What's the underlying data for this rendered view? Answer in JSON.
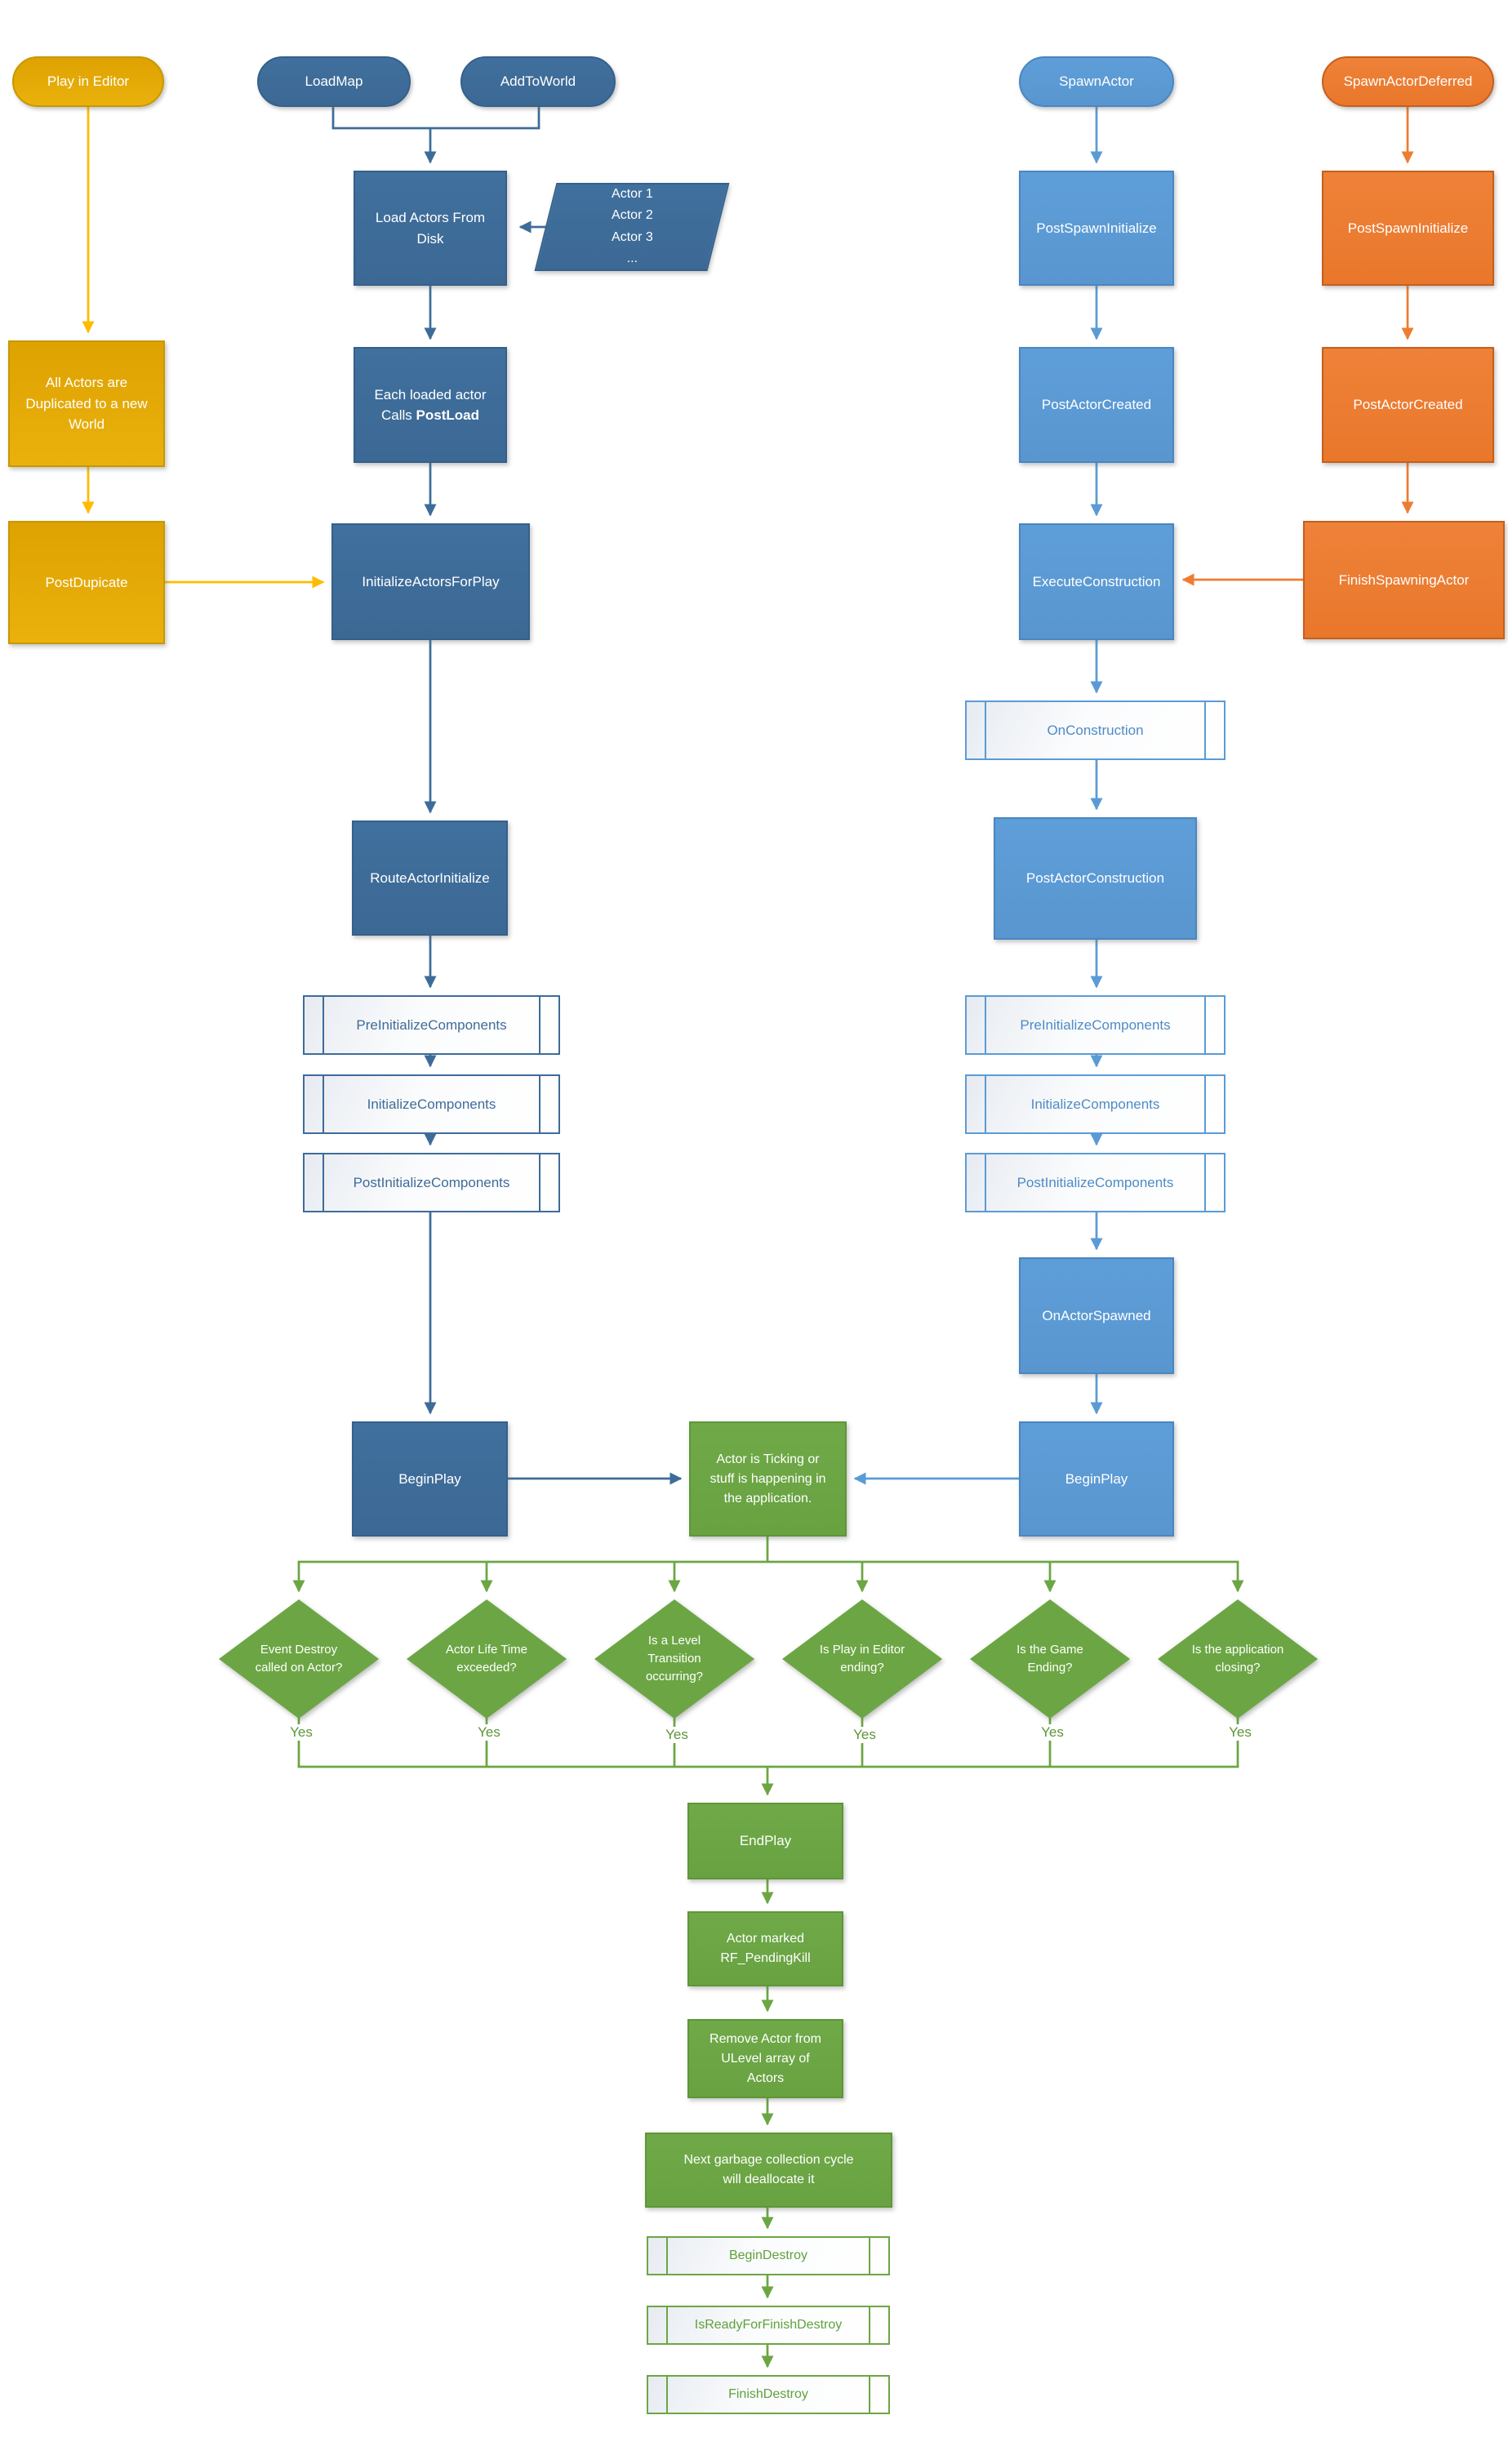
{
  "colors": {
    "dark_blue": "#3E6C99",
    "light_blue": "#5B9BD5",
    "orange": "#ED7D31",
    "gold": "#E3A903",
    "green": "#6CA644",
    "connector_gold": "#FFBB00"
  },
  "nodes": {
    "play_in_editor": {
      "label": "Play in Editor"
    },
    "loadmap": {
      "label": "LoadMap"
    },
    "addtoworld": {
      "label": "AddToWorld"
    },
    "spawnactor": {
      "label": "SpawnActor"
    },
    "spawnactordeferred": {
      "label": "SpawnActorDeferred"
    },
    "load_actors": {
      "label": "Load Actors From\nDisk"
    },
    "actor_list": {
      "label": "Actor 1\nActor 2\nActor 3\n..."
    },
    "postload": {
      "line1": "Each loaded actor",
      "line2": "Calls ",
      "line2_bold": "PostLoad"
    },
    "all_actors": {
      "label": "All Actors are\nDuplicated to a new\nWorld"
    },
    "postdupicate": {
      "label": "PostDupicate"
    },
    "initializeactorsforplay": {
      "label": "InitializeActorsForPlay"
    },
    "routeactorinitialize": {
      "label": "RouteActorInitialize"
    },
    "preinitializecomponents_left": {
      "label": "PreInitializeComponents"
    },
    "initializecomponents_left": {
      "label": "InitializeComponents"
    },
    "postinitializecomponents_left": {
      "label": "PostInitializeComponents"
    },
    "beginplay_left": {
      "label": "BeginPlay"
    },
    "postspawninitialize_blue": {
      "label": "PostSpawnInitialize"
    },
    "postactorcreated_blue": {
      "label": "PostActorCreated"
    },
    "executeconstruction": {
      "label": "ExecuteConstruction"
    },
    "onconstruction": {
      "label": "OnConstruction"
    },
    "postactorconstruction": {
      "label": "PostActorConstruction"
    },
    "preinitializecomponents_right": {
      "label": "PreInitializeComponents"
    },
    "initializecomponents_right": {
      "label": "InitializeComponents"
    },
    "postinitializecomponents_right": {
      "label": "PostInitializeComponents"
    },
    "onactorspawned": {
      "label": "OnActorSpawned"
    },
    "beginplay_right": {
      "label": "BeginPlay"
    },
    "postspawninitialize_orange": {
      "label": "PostSpawnInitialize"
    },
    "postactorcreated_orange": {
      "label": "PostActorCreated"
    },
    "finishspawningactor": {
      "label": "FinishSpawningActor"
    },
    "ticking": {
      "label": "Actor is Ticking or\nstuff is happening in\nthe application."
    },
    "diamond_event_destroy": {
      "label": "Event Destroy\ncalled on Actor?"
    },
    "diamond_lifetime": {
      "label": "Actor Life Time\nexceeded?"
    },
    "diamond_level_transition": {
      "label": "Is a Level\nTransition\noccurring?"
    },
    "diamond_pie_ending": {
      "label": "Is Play in Editor\nending?"
    },
    "diamond_game_ending": {
      "label": "Is the Game\nEnding?"
    },
    "diamond_app_closing": {
      "label": "Is the application\nclosing?"
    },
    "endplay": {
      "label": "EndPlay"
    },
    "pendingkill": {
      "label": "Actor marked\nRF_PendingKill"
    },
    "removeactor": {
      "label": "Remove Actor from\nULevel array of\nActors"
    },
    "garbage": {
      "label": "Next garbage collection cycle\nwill deallocate it"
    },
    "begindestroy": {
      "label": "BeginDestroy"
    },
    "isreadyforfinishdestroy": {
      "label": "IsReadyForFinishDestroy"
    },
    "finishdestroy": {
      "label": "FinishDestroy"
    }
  },
  "labels": {
    "yes": "Yes"
  }
}
